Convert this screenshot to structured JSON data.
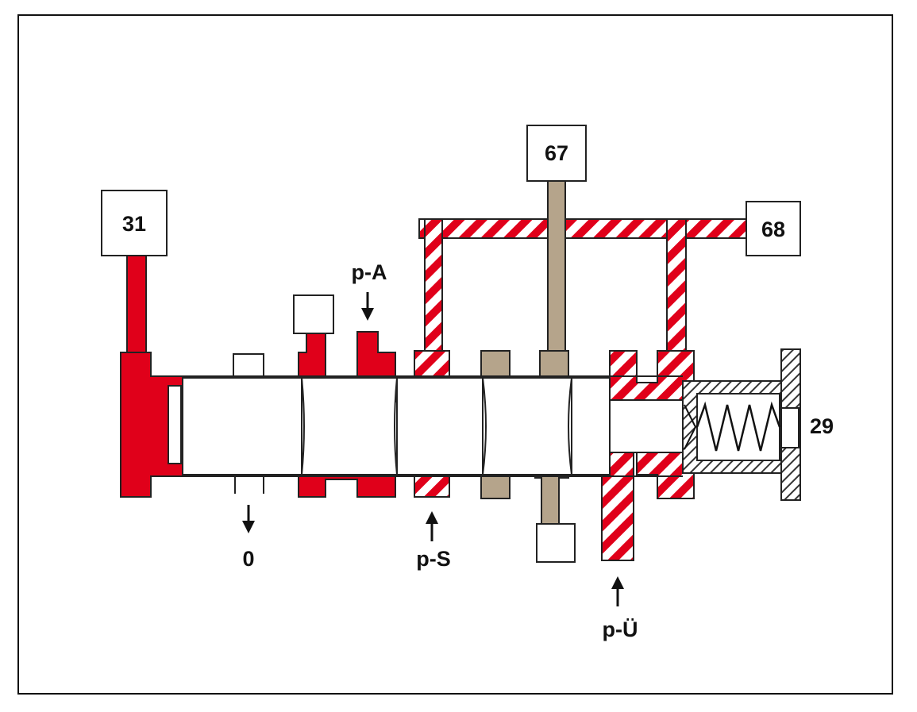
{
  "labels": {
    "box_31": "31",
    "box_67": "67",
    "box_68": "68",
    "label_29": "29",
    "port_pa": "p-A",
    "port_0": "0",
    "port_ps": "p-S",
    "port_pu": "p-Ü"
  },
  "colors": {
    "red": "#e0001a",
    "tan": "#b5a48b",
    "outline": "#222222",
    "background": "#ffffff"
  }
}
